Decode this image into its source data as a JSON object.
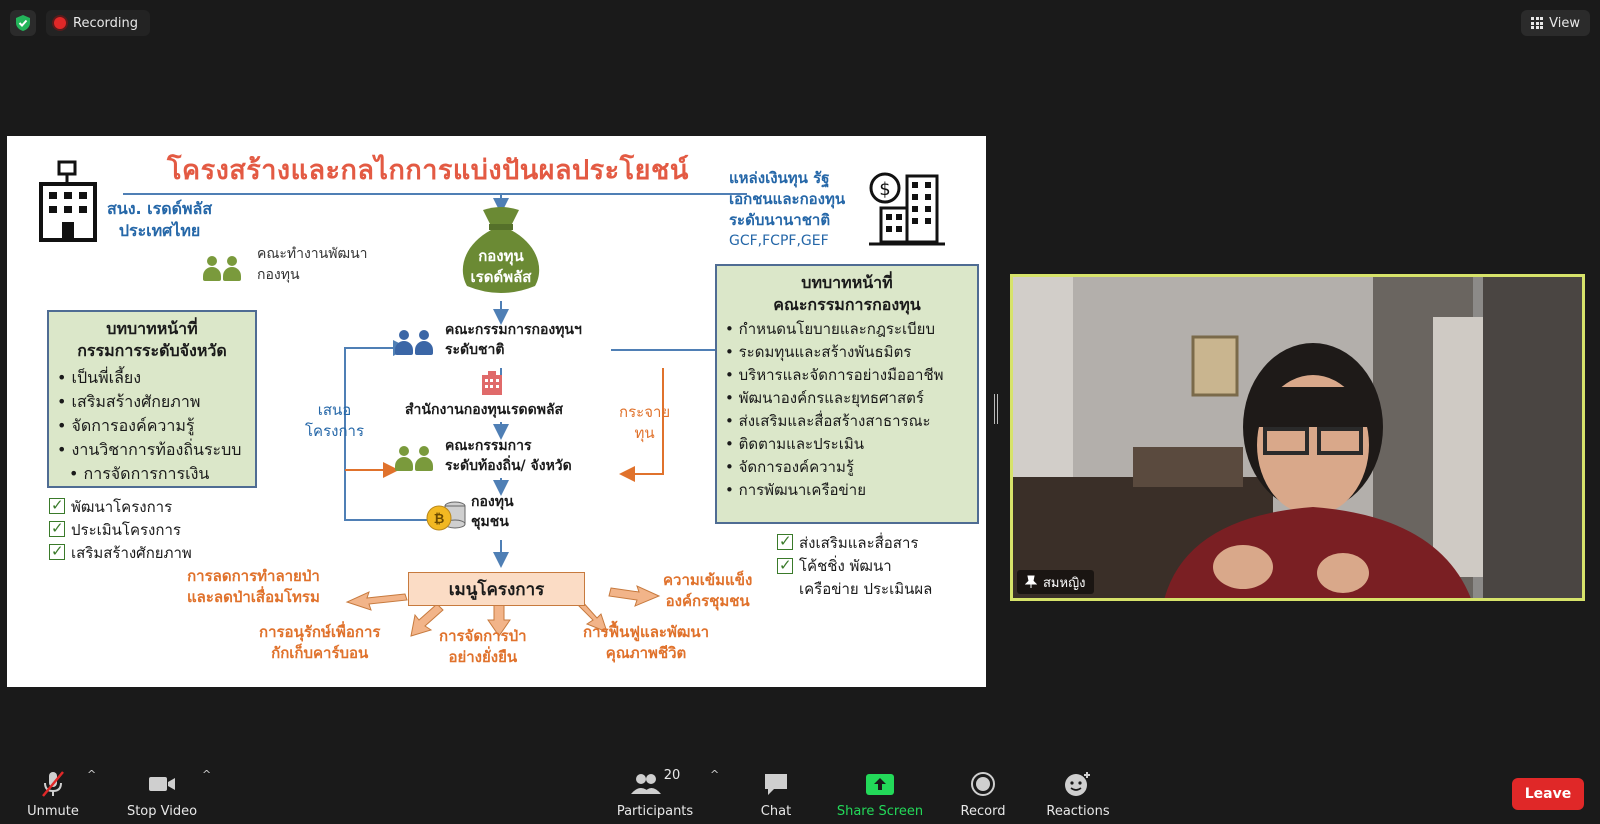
{
  "topbar": {
    "recording_label": "Recording",
    "view_label": "View"
  },
  "slide": {
    "title": "โครงสร้างและกลไกการแบ่งปันผลประโยชน์",
    "left_org": "สนง. เรดด์พลัส\nประเทศไทย",
    "right_funding": [
      "แหล่งเงินทุน รัฐ",
      "เอกชนและกองทุน",
      "ระดับนานาชาติ",
      "GCF,FCPF,GEF"
    ],
    "working_group": "คณะทำงานพัฒนา\nกองทุน",
    "fund_bag_label": "กองทุน\nเรดด์พลัส",
    "national_committee": "คณะกรรมการกองทุนฯ\nระดับชาติ",
    "office": "สำนักงานกองทุนเรดดพลัส",
    "local_committee": "คณะกรรมการ\nระดับท้องถิ่น/ จังหวัด",
    "community_fund": "กองทุน\nชุมชน",
    "propose": "เสนอ\nโครงการ",
    "distribute": "กระจาย\nทุน",
    "menu": "เมนูโครงการ",
    "outcomes": {
      "reduce": "การลดการทำลายป่า\nและลดป่าเสื่อมโทรม",
      "conserve": "การอนุรักษ์เพื่อการ\nกักเก็บคาร์บอน",
      "sustainable": "การจัดการป่า\nอย่างยั่งยืน",
      "restore": "การฟื้นฟูและพัฒนา\nคุณภาพชีวิต",
      "strength": "ความเข้มแข็ง\nองค์กรชุมชน"
    },
    "left_box": {
      "heading": "บทบาทหน้าที่\nกรรมการระดับจังหวัด",
      "items": [
        "เป็นพี่เลี้ยง",
        "เสริมสร้างศักยภาพ",
        "จัดการองค์ความรู้",
        "งานวิชาการท้องถิ่นระบบ",
        "การจัดการการเงิน"
      ]
    },
    "left_checks": [
      "พัฒนาโครงการ",
      "ประเมินโครงการ",
      "เสริมสร้างศักยภาพ"
    ],
    "right_box": {
      "heading": "บทบาทหน้าที่\nคณะกรรมการกองทุน",
      "items": [
        "กำหนดนโยบายและกฎระเบียบ",
        "ระดมทุนและสร้างพันธมิตร",
        "บริหารและจัดการอย่างมืออาชีพ",
        "พัฒนาองค์กรและยุทธศาสตร์",
        "ส่งเสริมและสื่อสร้างสาธารณะ",
        "ติดตามและประเมิน",
        "จัดการองค์ความรู้",
        "การพัฒนาเครือข่าย"
      ]
    },
    "right_checks": [
      "ส่งเสริมและสื่อสาร",
      "โค้ชชิ่ง พัฒนา\nเครือข่าย ประเมินผล"
    ]
  },
  "video": {
    "participant_name": "สมหญิง"
  },
  "toolbar": {
    "unmute": "Unmute",
    "stop_video": "Stop Video",
    "participants": "Participants",
    "participants_count": "20",
    "chat": "Chat",
    "share_screen": "Share Screen",
    "record": "Record",
    "reactions": "Reactions",
    "leave": "Leave"
  },
  "colors": {
    "share_green": "#23d959",
    "leave_red": "#e02828",
    "active_speaker_border": "#d7e36a",
    "title_red": "#e35a43"
  }
}
